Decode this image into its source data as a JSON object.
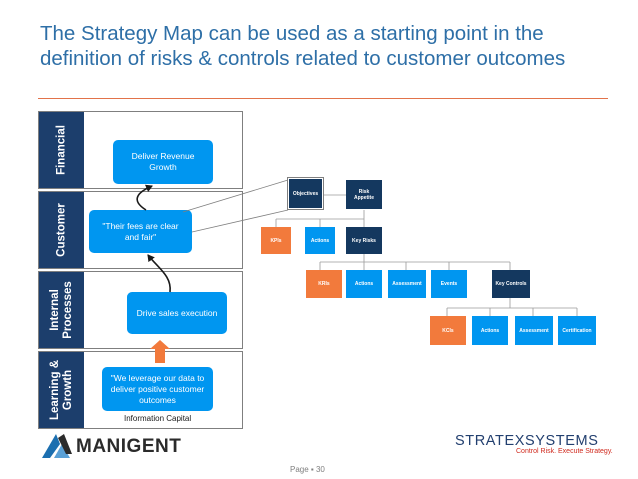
{
  "slide": {
    "title": "The Strategy Map can be used as a starting point in the definition of risks & controls related to customer outcomes"
  },
  "lanes": [
    {
      "label": "Financial"
    },
    {
      "label": "Customer"
    },
    {
      "label_line1": "Internal",
      "label_line2": "Processes"
    },
    {
      "label_line1": "Learning &",
      "label_line2": "Growth"
    }
  ],
  "strategy_nodes": {
    "revenue": {
      "line1": "Deliver Revenue",
      "line2": "Growth"
    },
    "fees": {
      "line1": "\"Their fees are clear",
      "line2": "and fair\""
    },
    "sales": {
      "text": "Drive sales execution"
    },
    "data": {
      "line1": "\"We leverage our data to",
      "line2": "deliver positive customer",
      "line3": "outcomes"
    }
  },
  "info_capital": "Information Capital",
  "risk_tree": {
    "objectives": "Objectives",
    "risk_appetite_line1": "Risk",
    "risk_appetite_line2": "Appetite",
    "kpis": "KPIs",
    "actions": "Actions",
    "key_risks": "Key Risks",
    "kris": "KRIs",
    "assessment": "Assessment",
    "events": "Events",
    "key_controls": "Key Controls",
    "kcis": "KCIs",
    "certification": "Certification"
  },
  "colors": {
    "title": "#2e6fa7",
    "rule": "#e2734a",
    "lane_header": "#1c3e6c",
    "node_blue": "#0096f0",
    "tree_dark": "#14385f",
    "tree_orange": "#f27a3c",
    "up_arrow": "#f27a3c",
    "brand_tag": "#d02a1e"
  },
  "logos": {
    "manigent": "MANIGENT",
    "stratex": "STRATEXSYSTEMS",
    "stratex_tagline": "Control Risk. Execute Strategy."
  },
  "footer": {
    "page": "Page ▪ 30"
  }
}
